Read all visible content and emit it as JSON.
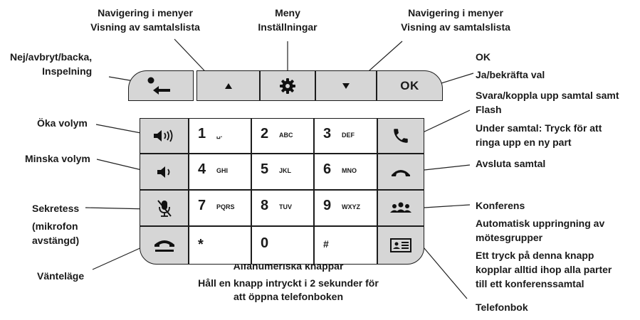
{
  "labels": {
    "nav_left": [
      "Navigering i menyer",
      "Visning av samtalslista"
    ],
    "menu": [
      "Meny",
      "Inställningar"
    ],
    "nav_right": [
      "Navigering i menyer",
      "Visning av samtalslista"
    ],
    "back": [
      "Nej/avbryt/backa,",
      "Inspelning"
    ],
    "ok": [
      "OK",
      "Ja/bekräfta val"
    ],
    "vol_up": "Öka volym",
    "vol_down": "Minska volym",
    "mute": [
      "Sekretess",
      "(mikrofon",
      "avstängd)"
    ],
    "hold": "Vänteläge",
    "answer": [
      "Svara/koppla upp samtal samt",
      "Flash",
      "Under samtal: Tryck för att",
      "ringa upp en ny part"
    ],
    "end": "Avsluta samtal",
    "conference": [
      "Konferens",
      "Automatisk uppringning av",
      "mötesgrupper",
      "Ett tryck på denna knapp",
      "kopplar alltid ihop alla parter",
      "till ett konferenssamtal"
    ],
    "phonebook": "Telefonbok",
    "alnum": [
      "Alfanumeriska knappar",
      "Håll en knapp intryckt i 2 sekunder för",
      "att öppna telefonboken"
    ]
  },
  "keys": {
    "ok_text": "OK",
    "digits": [
      {
        "num": "1",
        "letters": "␣."
      },
      {
        "num": "2",
        "letters": "ABC"
      },
      {
        "num": "3",
        "letters": "DEF"
      },
      {
        "num": "4",
        "letters": "GHI"
      },
      {
        "num": "5",
        "letters": "JKL"
      },
      {
        "num": "6",
        "letters": "MNO"
      },
      {
        "num": "7",
        "letters": "PQRS"
      },
      {
        "num": "8",
        "letters": "TUV"
      },
      {
        "num": "9",
        "letters": "WXYZ"
      },
      {
        "num": "*",
        "letters": ""
      },
      {
        "num": "0",
        "letters": ""
      },
      {
        "num": "#",
        "letters": ""
      }
    ]
  }
}
